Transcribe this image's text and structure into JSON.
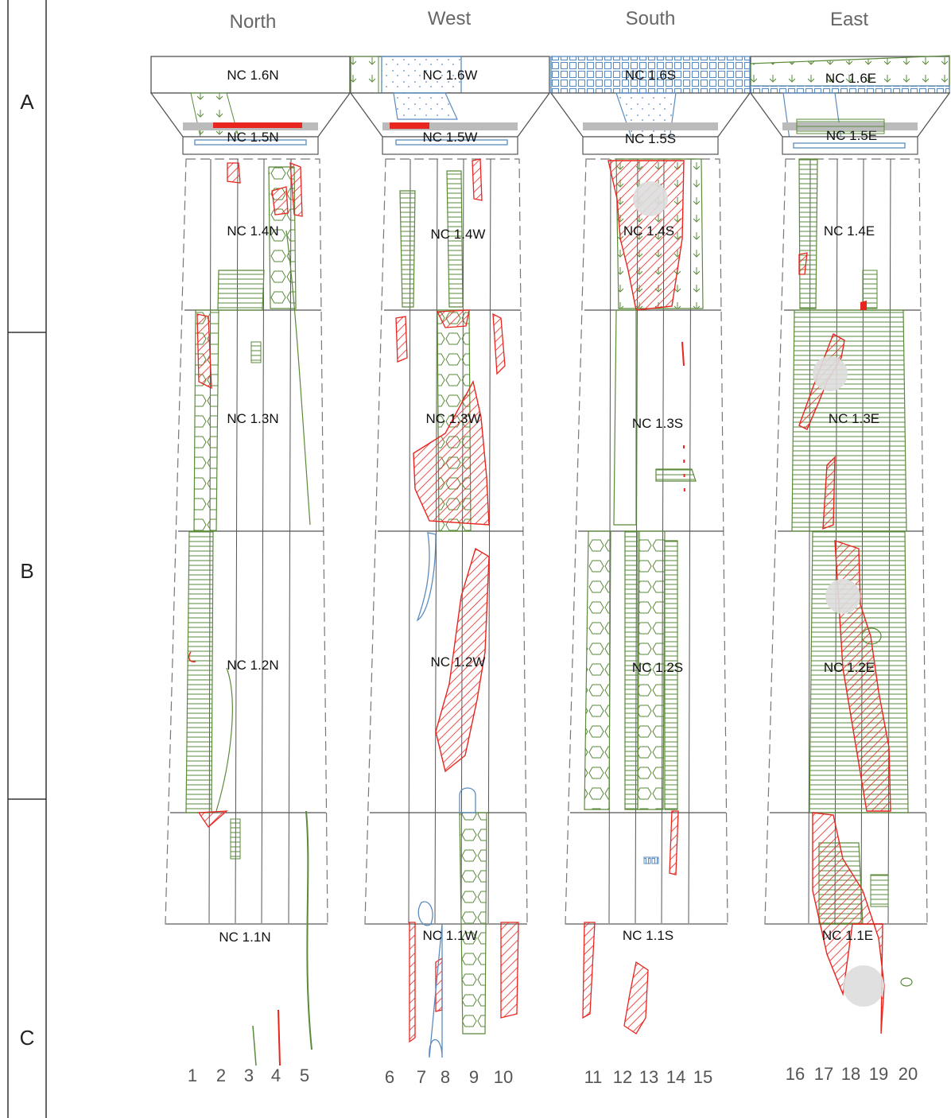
{
  "sections": [
    {
      "id": "A",
      "label": "A"
    },
    {
      "id": "B",
      "label": "B"
    },
    {
      "id": "C",
      "label": "C"
    }
  ],
  "faces": [
    {
      "id": "north",
      "title": "North",
      "blocks": {
        "b6": "NC 1.6N",
        "b5": "NC 1.5N",
        "b4": "NC 1.4N",
        "b3": "NC 1.3N",
        "b2": "NC 1.2N",
        "b1": "NC 1.1N"
      },
      "strips": [
        "1",
        "2",
        "3",
        "4",
        "5"
      ]
    },
    {
      "id": "west",
      "title": "West",
      "blocks": {
        "b6": "NC 1.6W",
        "b5": "NC 1.5W",
        "b4": "NC 1.4W",
        "b3": "NC 1.3W",
        "b2": "NC 1.2W",
        "b1": "NC 1.1W"
      },
      "strips": [
        "6",
        "7",
        "8",
        "9",
        "10"
      ]
    },
    {
      "id": "south",
      "title": "South",
      "blocks": {
        "b6": "NC 1.6S",
        "b5": "NC 1.5S",
        "b4": "NC 1.4S",
        "b3": "NC 1.3S",
        "b2": "NC 1.2S",
        "b1": "NC 1.1S"
      },
      "strips": [
        "11",
        "12",
        "13",
        "14",
        "15"
      ]
    },
    {
      "id": "east",
      "title": "East",
      "blocks": {
        "b6": "NC 1.6E",
        "b5": "NC 1.5E",
        "b4": "NC 1.4E",
        "b3": "NC 1.3E",
        "b2": "NC 1.2E",
        "b1": "NC 1.1E"
      },
      "strips": [
        "16",
        "17",
        "18",
        "19",
        "20"
      ]
    }
  ],
  "colors": {
    "vegetation": "#5a8a3a",
    "damage": "#e8251f",
    "moisture": "#5b8bc0",
    "outline": "#555555",
    "guide": "#999999",
    "spot": "#dddddd"
  }
}
